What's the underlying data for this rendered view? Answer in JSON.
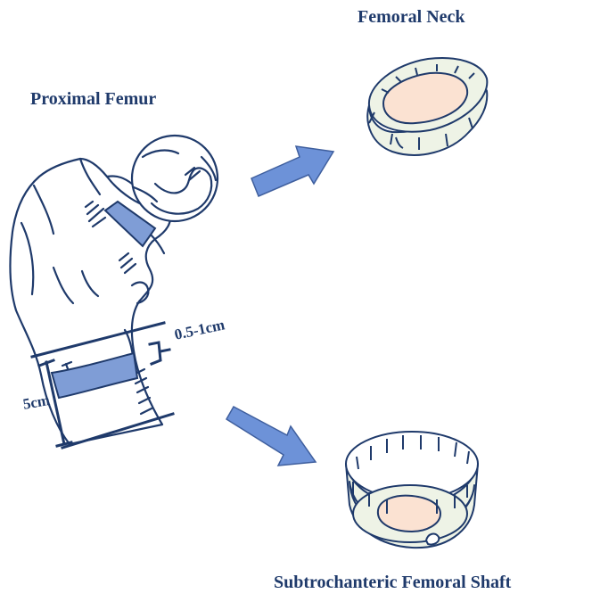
{
  "labels": {
    "femoral_neck": "Femoral Neck",
    "proximal_femur": "Proximal Femur",
    "subtrochanteric_shaft": "Subtrochanteric Femoral Shaft",
    "neck_to_cut_distance": "0.5-1cm",
    "shaft_segment_length": "5cm"
  },
  "colors": {
    "outline": "#1f3a6b",
    "cut_band": "#7f9dd6",
    "arrow_fill": "#6d92d8",
    "cortex_fill": "#eef3e6",
    "marrow_fill": "#fbe2d2",
    "text": "#1f3a6b"
  },
  "icons": {
    "femur": "proximal-femur-drawing",
    "neck_slice": "femoral-neck-cross-section",
    "shaft_slice": "shaft-cross-section",
    "arrow_up": "arrow-icon",
    "arrow_down": "arrow-icon"
  }
}
